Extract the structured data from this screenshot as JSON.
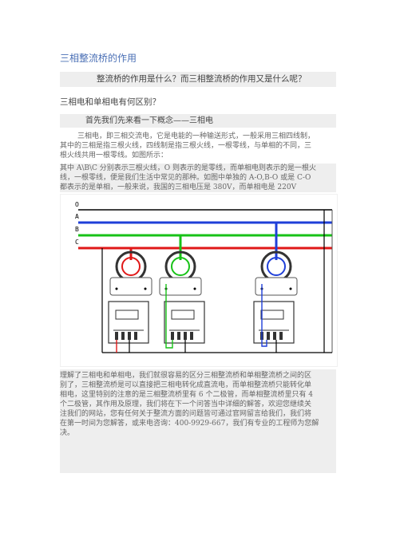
{
  "page_title": "三相整流桥的作用",
  "question_1": "整流桥的作用是什么？而三相整流桥的作用又是什么呢？",
  "question_2": "三相电和单相电有何区别？",
  "intro": "首先我们先来看一下概念——三相电",
  "paragraph_1_lines": [
    "三相电，即三相交流电，它是电能的一种输送形式，一般采用三相四线制，",
    "其中的三相是指三根火线，四线制是指三根火线，一根零线，与单相的不同，三",
    "根火线共用一根零线。如图所示："
  ],
  "paragraph_2_lines": [
    "其中 A\\B\\C 分别表示三根火线，O 则表示的是零线，而单相电则表示的是一根火",
    "线，一根零线，便是我们生活中常见的那种。如图中单独的 A-O,B-O 或是 C-O",
    "都表示的是单相，一般来说，我国的三相电压是 380V，而单相电是 220V"
  ],
  "diagram": {
    "wire_labels": [
      "O",
      "A",
      "B",
      "C"
    ],
    "wire_colors": [
      "#000000",
      "#1f3fd8",
      "#17c217",
      "#e01818"
    ]
  },
  "paragraph_3_lines": [
    "理解了三相电和单相电，我们就很容易的区分三相整流桥和单相整流桥之间的区",
    "别了，三相整流桥是可以直接把三相电转化成直流电，而单相整流桥只能转化单",
    "相电，这里特别的注意的是三相整流桥里有 6 个二极管，而单相整流桥里只有 4",
    "个二极管，其作用及原理，我们将在下一个问答当中详细的解答，欢迎您继续关",
    "注我们的网站，您有任何关于整流方面的问题皆可通过官网留言给我们，我们将",
    "在第一时间为您解答，或来电咨询：400-9929-667，我们有专业的工程师为您解",
    "决。"
  ]
}
